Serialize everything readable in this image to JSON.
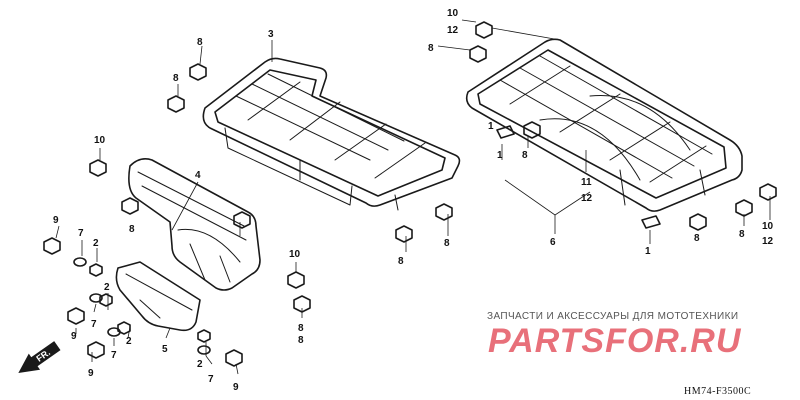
{
  "diagram_code": "HM74-F3500C",
  "direction_label": "FR.",
  "watermark": {
    "tagline": "ЗАПЧАСТИ И АКСЕССУАРЫ ДЛЯ МОТОТЕХНИКИ",
    "logo": "PARTSFOR.RU"
  },
  "callouts": [
    "10",
    "12",
    "8",
    "3",
    "8",
    "8",
    "10",
    "4",
    "8",
    "9",
    "7",
    "2",
    "2",
    "7",
    "9",
    "2",
    "7",
    "9",
    "5",
    "2",
    "7",
    "9",
    "10",
    "8",
    "10",
    "12",
    "8",
    "1",
    "8",
    "1",
    "11",
    "12",
    "6",
    "1",
    "8",
    "10",
    "12",
    "8"
  ],
  "colors": {
    "line": "#1a1a1a",
    "watermark_logo": "#e8707a"
  }
}
